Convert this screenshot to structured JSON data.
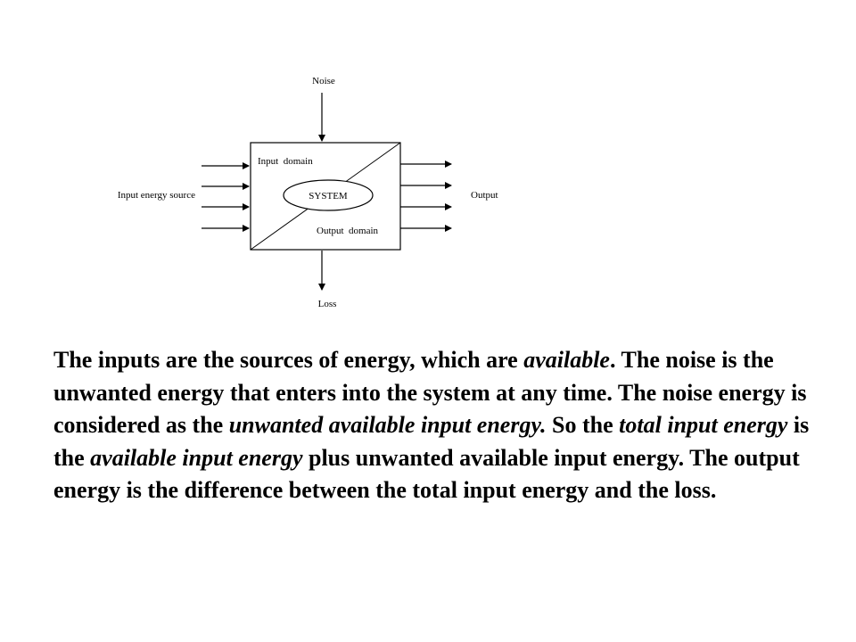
{
  "diagram": {
    "noise_label": "Noise",
    "input_domain_label": "Input  domain",
    "input_energy_label": "Input energy source",
    "system_label": "SYSTEM",
    "output_label": "Output",
    "output_domain_label": "Output  domain",
    "loss_label": "Loss"
  },
  "paragraph": {
    "s1": "The inputs are the sources of energy, which are ",
    "s1_italic": "available",
    "s2": ". The noise is the unwanted energy that enters into the system at any time. The noise energy is considered as the ",
    "s2_italic": "unwanted available input energy.",
    "s3": " So the ",
    "s3_italic": "total input energy",
    "s4": " is the ",
    "s4_italic": "available input energy",
    "s5": " plus unwanted available input energy. The output energy is the difference between the total input energy and the loss."
  }
}
